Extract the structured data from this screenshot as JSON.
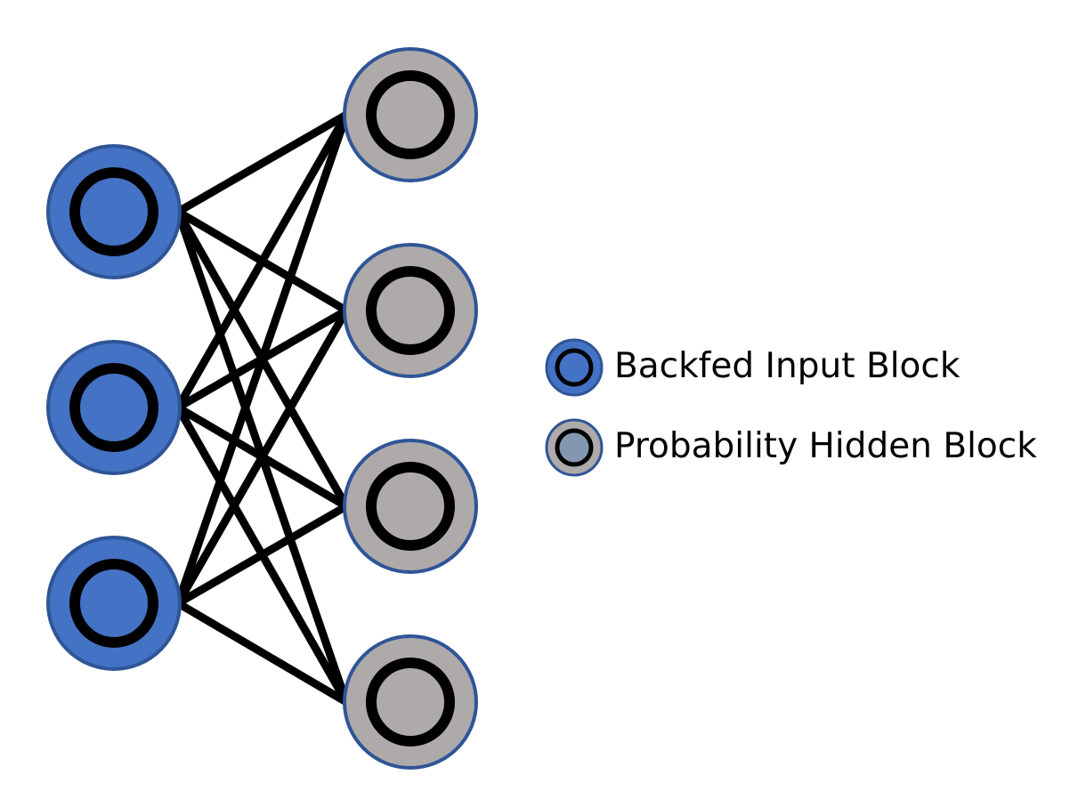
{
  "diagram": {
    "layers": [
      {
        "id": "input",
        "node_count": 3,
        "node_type": "backfed_input"
      },
      {
        "id": "hidden",
        "node_count": 4,
        "node_type": "probability_hidden"
      }
    ],
    "connections": "fully_connected",
    "colors": {
      "input_fill": "#4472C4",
      "input_inner_fill": "#4472C4",
      "hidden_fill": "#AEAAAA",
      "hidden_inner_fill": "#AEAAAA",
      "node_outline": "#2F5597",
      "ring": "#000000",
      "edge": "#000000",
      "legend_hidden_inner": "#8497B0"
    }
  },
  "legend": {
    "items": [
      {
        "label": "Backfed Input Block",
        "type": "backfed_input"
      },
      {
        "label": "Probability Hidden Block",
        "type": "probability_hidden"
      }
    ]
  }
}
